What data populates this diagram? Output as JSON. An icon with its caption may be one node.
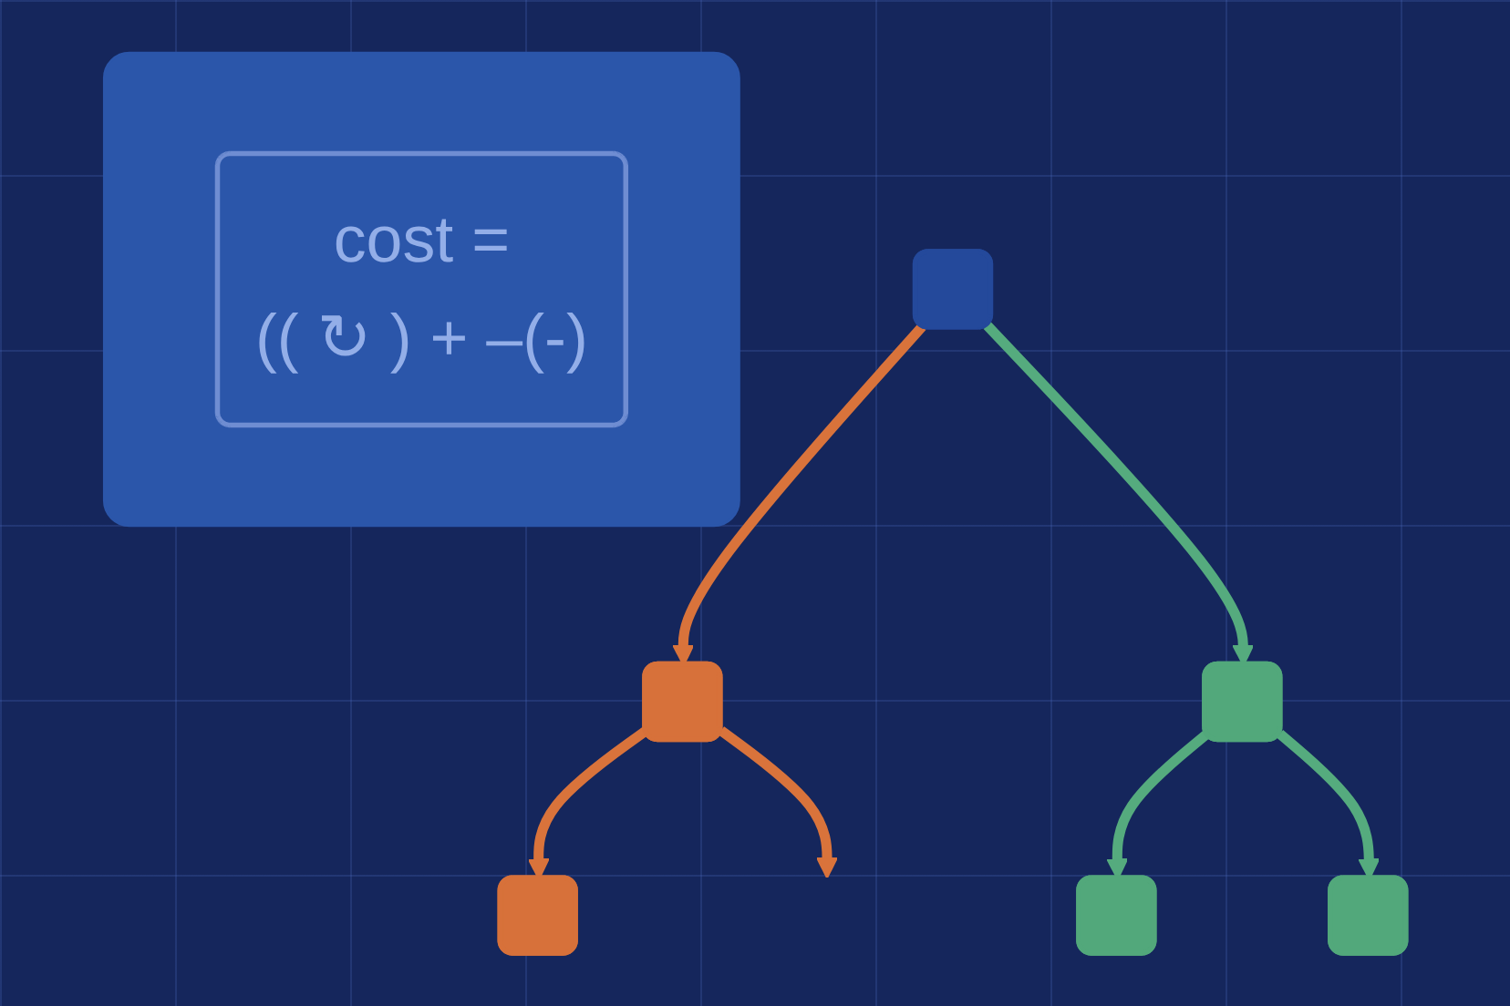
{
  "diagram": {
    "nodes": [
      {
        "text": [],
        "shape": "box"
      },
      {
        "text": [],
        "shape": "box"
      },
      {
        "text": [],
        "shape": "box"
      },
      {
        "text": [],
        "shape": "box"
      },
      {
        "text": [],
        "shape": "box"
      },
      {
        "text": [],
        "shape": "box"
      },
      {
        "text": [],
        "shape": "box"
      },
      {
        "text": [
          "cost =",
          "(( ↻ ) + –(-)"
        ],
        "in": 6
      }
    ],
    "edges": [
      {
        "from": 0,
        "to": 1,
        "arrow": "to",
        "color": "#d9733b"
      },
      {
        "from": 0,
        "to": 2,
        "arrow": "to",
        "color": "#55ab7e"
      },
      {
        "from": 1,
        "to": 3,
        "arrow": "to",
        "color": "#d9733b"
      },
      {
        "from": 1,
        "to": null,
        "arrow": "to",
        "color": "#d9733b"
      },
      {
        "from": 2,
        "to": 4,
        "arrow": "to",
        "color": "#55ab7e"
      },
      {
        "from": 2,
        "to": 5,
        "arrow": "to",
        "color": "#55ab7e"
      }
    ]
  }
}
